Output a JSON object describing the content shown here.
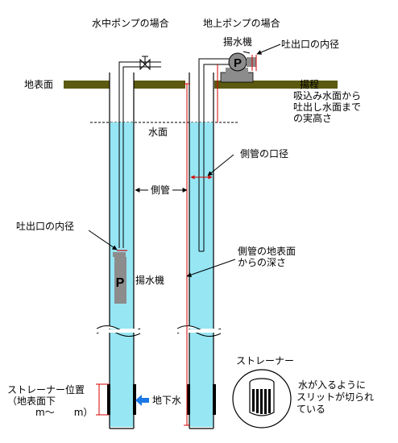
{
  "headings": {
    "submersible": "水中ポンプの場合",
    "surface_pump": "地上ポンプの場合"
  },
  "labels": {
    "ground_surface": "地表面",
    "water_surface": "水面",
    "pump_unit_top": "揚水機",
    "pump_unit_bottom": "揚水機",
    "outlet_diameter_right": "吐出口の内径",
    "outlet_diameter_left": "吐出口の内径",
    "lift_height": [
      "揚程",
      "吸込み水面から",
      "吐出し水面まで",
      "の実高さ"
    ],
    "casing": "側管",
    "casing_diameter": "側管の口径",
    "casing_depth": [
      "側管の地表面",
      "からの深さ"
    ],
    "strainer_position": [
      "ストレーナー位置",
      "（地表面下",
      "m〜　　m）"
    ],
    "groundwater": "地下水",
    "strainer_title": "ストレーナー",
    "slit_note": [
      "水が入るように",
      "スリットが切られ",
      "ている"
    ],
    "pump_letter": "P"
  },
  "colors": {
    "ground": "#5b5a10",
    "water": "#96e6f4",
    "water_line": "#2fb0c8",
    "pump_body": "#8c8c8c",
    "dimension_red": "#d40000",
    "arrow_blue": "#1a78e6"
  }
}
